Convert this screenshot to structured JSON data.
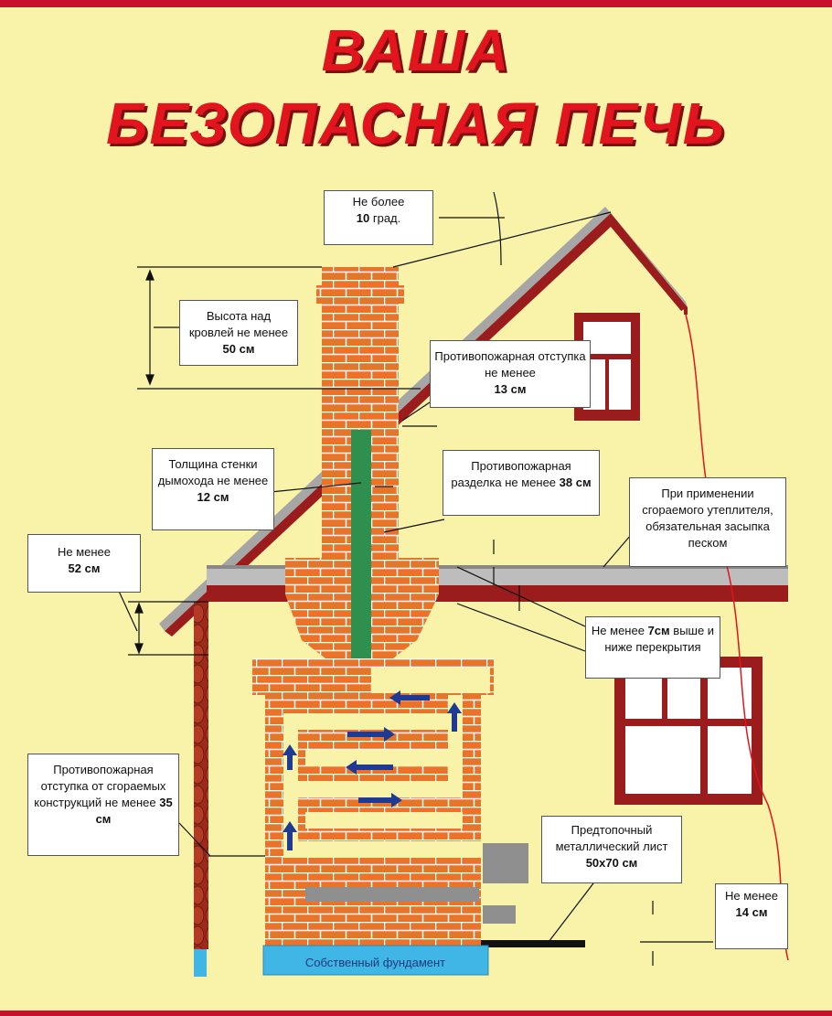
{
  "title": {
    "line1": "ВАША",
    "line2": "БЕЗОПАСНАЯ ПЕЧЬ"
  },
  "labels": {
    "roof_angle": {
      "pre": "Не более",
      "bold": "10",
      "post": "град."
    },
    "chimney_height": {
      "pre": "Высота над кровлей не менее",
      "bold": "50 см"
    },
    "roof_offset": {
      "pre": "Противопожарная отступка не менее",
      "bold": "13 см"
    },
    "wall_thickness": {
      "pre": "Толщина стенки дымохода не менее",
      "bold": "12 см"
    },
    "separation": {
      "pre": "Противопожарная разделка не менее",
      "bold": "38 см"
    },
    "insulation": {
      "text": "При применении сгораемого утеплителя, обязательная засыпка песком"
    },
    "ceiling_52": {
      "pre": "Не менее",
      "bold": "52 см"
    },
    "overlap_7": {
      "pre": "Не менее",
      "bold": "7см",
      "post": "выше и ниже перекрытия"
    },
    "wall_offset": {
      "pre": "Противопожарная отступка от сгораемых конструкций не менее",
      "bold": "35 см"
    },
    "metal_sheet": {
      "pre": "Предтопочный металлический лист",
      "bold": "50х70 см"
    },
    "floor_14": {
      "pre": "Не менее",
      "bold": "14 см"
    },
    "foundation": {
      "text": "Собственный фундамент"
    }
  },
  "colors": {
    "background": "#f8f3a8",
    "brick": "#e8742a",
    "brick_line": "#ffffff",
    "roof_red": "#9b1c1c",
    "roof_grey": "#a6a6a6",
    "flue": "#2f8f4e",
    "foundation": "#3fb6e6",
    "arrow": "#1f3a93",
    "title": "#e2141d"
  }
}
